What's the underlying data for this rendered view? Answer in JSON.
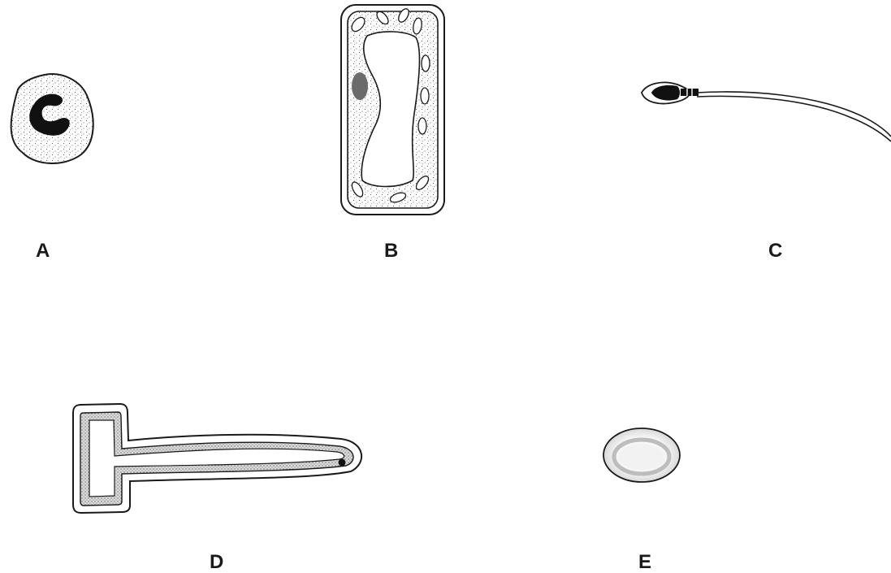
{
  "labels": {
    "a": "A",
    "b": "B",
    "c": "C",
    "d": "D",
    "e": "E"
  },
  "colors": {
    "outline": "#1a1a1a",
    "stipple_fill": "#e6e6e6",
    "nucleus_dark": "#111111",
    "nucleus_grey": "#6b6b6b",
    "rbc_rim": "#bdbdbd"
  }
}
